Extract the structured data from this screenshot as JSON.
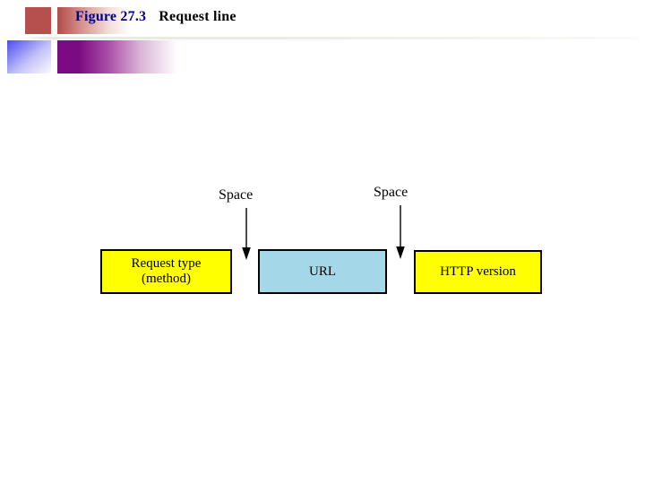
{
  "header": {
    "figure_number": "Figure 27.3",
    "caption": "Request line",
    "figure_number_color": "#00008f",
    "caption_color": "#000000",
    "decoration": {
      "red_square_color": "#b5504e",
      "blue_square_color": "#3a3af0",
      "purple_block_color": "#7c0a80"
    }
  },
  "diagram": {
    "type": "sequence-of-fields",
    "title": "Request line",
    "boxes": [
      {
        "id": "request-type",
        "line1": "Request type",
        "line2": "(method)",
        "fill": "#ffff00",
        "stroke": "#000000"
      },
      {
        "id": "url",
        "line1": "URL",
        "line2": "",
        "fill": "#a4d8e8",
        "stroke": "#000000"
      },
      {
        "id": "http-version",
        "line1": "HTTP version",
        "line2": "",
        "fill": "#ffff00",
        "stroke": "#000000"
      }
    ],
    "separators": [
      {
        "id": "space-1",
        "label": "Space"
      },
      {
        "id": "space-2",
        "label": "Space"
      }
    ],
    "arrow_color": "#000000"
  }
}
